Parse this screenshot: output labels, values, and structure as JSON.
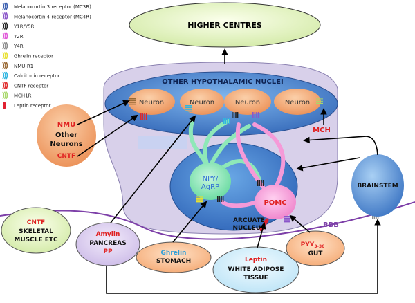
{
  "legend": [
    {
      "label": "Melanocortin 3 receptor (MC3R)",
      "color": "#3b5fb0"
    },
    {
      "label": "Melanocortin 4 receptor (MC4R)",
      "color": "#8a55c9"
    },
    {
      "label": "Y1R/Y5R",
      "color": "#222222"
    },
    {
      "label": "Y2R",
      "color": "#e055d8"
    },
    {
      "label": "Y4R",
      "color": "#8c8c8c"
    },
    {
      "label": "Ghrelin receptor",
      "color": "#e8e030"
    },
    {
      "label": "NMU-R1",
      "color": "#9a6a35"
    },
    {
      "label": "Calcitonin receptor",
      "color": "#2fb5e0"
    },
    {
      "label": "CNTF receptor",
      "color": "#e02a2a"
    },
    {
      "label": "MCH1R",
      "color": "#a8d86a"
    },
    {
      "label": "Leptin receptor",
      "color": "#e02030"
    }
  ],
  "higher_centres": "HIGHER CENTRES",
  "other_nuclei": "OTHER HYPOTHALAMIC NUCLEI",
  "neuron_label": "Neuron",
  "mch": "MCH",
  "nmu": "NMU",
  "other_neurons": [
    "Other",
    "Neurons"
  ],
  "cntf": "CNTF",
  "npy_agrp": [
    "NPY/",
    "AgRP"
  ],
  "pomc": "POMC",
  "arcuate": [
    "ARCUATE",
    "NUCLEUS"
  ],
  "brainstem": "BRAINSTEM",
  "bbb": "BBB",
  "skeletal": [
    "SKELETAL",
    "MUSCLE ETC"
  ],
  "amylin": "Amylin",
  "pancreas": "PANCREAS",
  "pp": "PP",
  "ghrelin": "Ghrelin",
  "stomach": "STOMACH",
  "leptin": "Leptin",
  "white_adipose": [
    "WHITE ADIPOSE",
    "TISSUE"
  ],
  "pyy": "PYY",
  "pyy_sub": "3-36",
  "gut": "GUT",
  "colors": {
    "hypothalamus": "#d6cfe8",
    "nuclei_blue": "#3f79c8",
    "neuron_orange": "#f0a877",
    "npy_green": "#8ee8b8",
    "pomc_pink": "#f59ad8",
    "higher_green": "#e8f7c5",
    "red_text": "#e02020",
    "bbb_line": "#7d3fa8"
  }
}
